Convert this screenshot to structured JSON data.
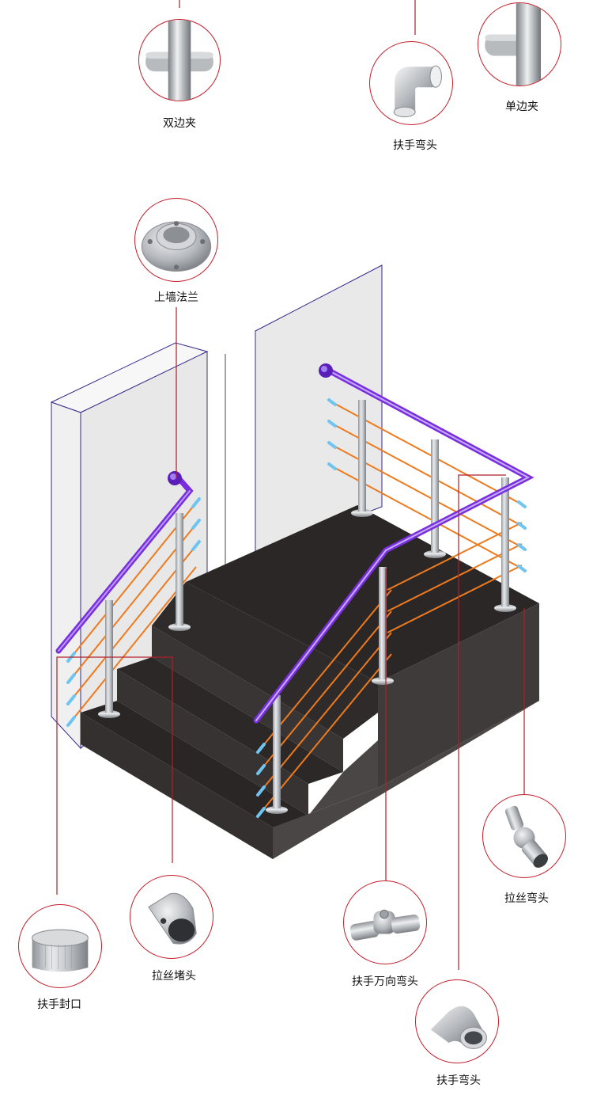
{
  "colors": {
    "callout_ring": "#c21f2b",
    "leader_line": "#b01e2a",
    "handrail": "#7b2ee0",
    "cable": "#ee7a1e",
    "cable_end": "#6fc4f0",
    "stair": "#2b2727",
    "stair_side": "#4a4646",
    "wall": "#ebebeb",
    "wall_outline": "#3a2a8a",
    "steel": "#b9bcc0"
  },
  "components": [
    {
      "id": "double-clamp",
      "label": "双边夹",
      "icon": "double-side-clamp-icon"
    },
    {
      "id": "elbow-top",
      "label": "扶手弯头",
      "icon": "handrail-elbow-icon"
    },
    {
      "id": "single-clamp",
      "label": "单边夹",
      "icon": "single-side-clamp-icon"
    },
    {
      "id": "wall-flange",
      "label": "上墙法兰",
      "icon": "wall-flange-icon"
    },
    {
      "id": "cable-elbow",
      "label": "拉丝弯头",
      "icon": "cable-elbow-icon"
    },
    {
      "id": "cable-end-plug",
      "label": "拉丝堵头",
      "icon": "cable-end-plug-icon"
    },
    {
      "id": "universal-elbow",
      "label": "扶手万向弯头",
      "icon": "universal-elbow-icon"
    },
    {
      "id": "end-cap",
      "label": "扶手封口",
      "icon": "handrail-end-cap-icon"
    },
    {
      "id": "elbow-bottom",
      "label": "扶手弯头",
      "icon": "handrail-elbow-icon"
    }
  ]
}
